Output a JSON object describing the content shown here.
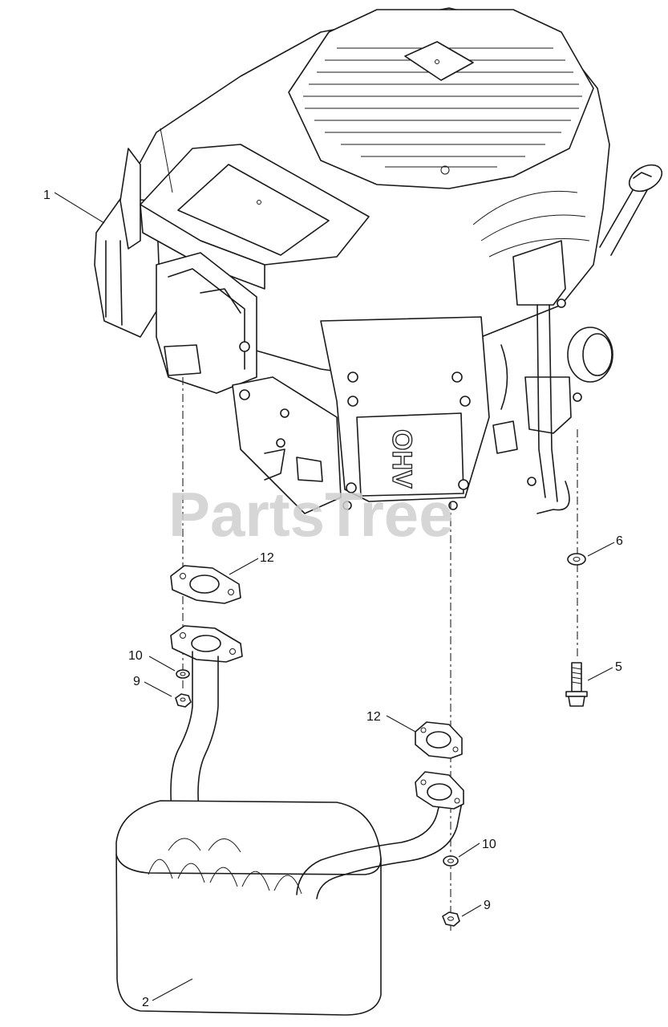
{
  "watermark": "PartsTree",
  "engine_marking": "OHV",
  "callouts": [
    {
      "id": "c1",
      "label": "1"
    },
    {
      "id": "c12a",
      "label": "12"
    },
    {
      "id": "c6",
      "label": "6"
    },
    {
      "id": "c10a",
      "label": "10"
    },
    {
      "id": "c9a",
      "label": "9"
    },
    {
      "id": "c5",
      "label": "5"
    },
    {
      "id": "c12b",
      "label": "12"
    },
    {
      "id": "c10b",
      "label": "10"
    },
    {
      "id": "c9b",
      "label": "9"
    },
    {
      "id": "c2",
      "label": "2"
    }
  ]
}
